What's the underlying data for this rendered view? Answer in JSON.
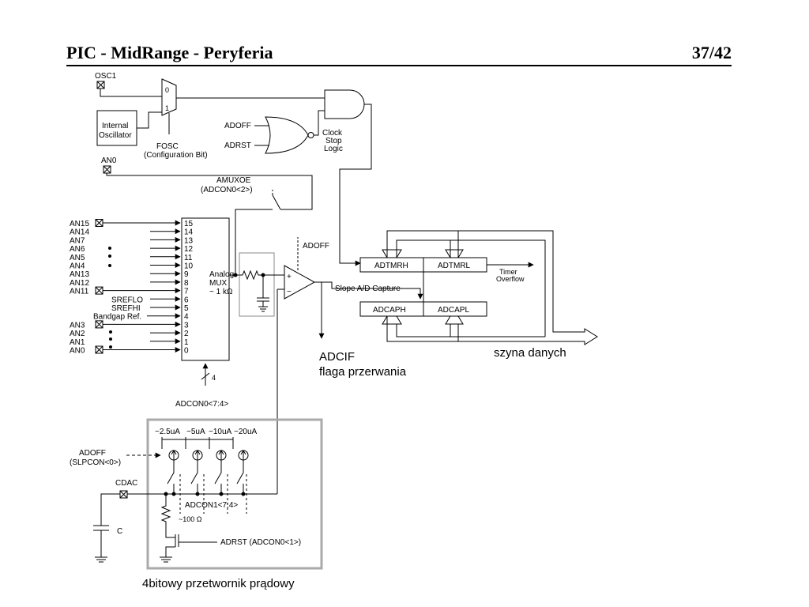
{
  "header": {
    "title": "PIC - MidRange - Peryferia",
    "page": "37/42"
  },
  "labels": {
    "osc1": "OSC1",
    "int_osc_1": "Internal",
    "int_osc_2": "Oscillator",
    "mux_0": "0",
    "mux_1": "1",
    "fosc_1": "FOSC",
    "fosc_2": "(Configuration Bit)",
    "adoff": "ADOFF",
    "adrst": "ADRST",
    "csl_1": "Clock",
    "csl_2": "Stop",
    "csl_3": "Logic",
    "an0_top": "AN0",
    "amuxoe_1": "AMUXOE",
    "amuxoe_2": "(ADCON0<2>)",
    "mux_a1": "Analog",
    "mux_a2": "MUX",
    "mux_a3": "~ 1 kΩ",
    "adcon0_74": "ADCON0<7:4>",
    "bus_width": "4",
    "adoff_cmp": "ADOFF",
    "adtmrh": "ADTMRH",
    "adtmrl": "ADTMRL",
    "adcaph": "ADCAPH",
    "adcapl": "ADCAPL",
    "timer_1": "Timer",
    "timer_2": "Overflow",
    "slope": "Slope A/D Capture",
    "adcif": "ADCIF",
    "adcif_pl": "flaga przerwania",
    "bus_pl": "szyna danych",
    "c_25": "~2.5uA",
    "c_5": "~5uA",
    "c_10": "~10uA",
    "c_20": "~20uA",
    "adoff_sl1": "ADOFF",
    "adoff_sl2": "(SLPCON<0>)",
    "cdac": "CDAC",
    "cap_c": "C",
    "adcon1": "ADCON1<7:4>",
    "r100": "~100 Ω",
    "adrst_full": "ADRST (ADCON0<1>)",
    "dac_pl": "4bitowy przetwornik prądowy"
  },
  "mux_inputs": [
    {
      "label": "AN15",
      "pin": "15"
    },
    {
      "label": "AN14",
      "pin": "14"
    },
    {
      "label": "AN7",
      "pin": "13"
    },
    {
      "label": "AN6",
      "pin": "12"
    },
    {
      "label": "AN5",
      "pin": "11"
    },
    {
      "label": "AN4",
      "pin": "10"
    },
    {
      "label": "AN13",
      "pin": "9"
    },
    {
      "label": "AN12",
      "pin": "8"
    },
    {
      "label": "AN11",
      "pin": "7"
    },
    {
      "label": "SREFLO",
      "pin": "6"
    },
    {
      "label": "SREFHI",
      "pin": "5"
    },
    {
      "label": "Bandgap Ref.",
      "pin": "4"
    },
    {
      "label": "AN3",
      "pin": "3"
    },
    {
      "label": "AN2",
      "pin": "2"
    },
    {
      "label": "AN1",
      "pin": "1"
    },
    {
      "label": "AN0",
      "pin": "0"
    }
  ]
}
